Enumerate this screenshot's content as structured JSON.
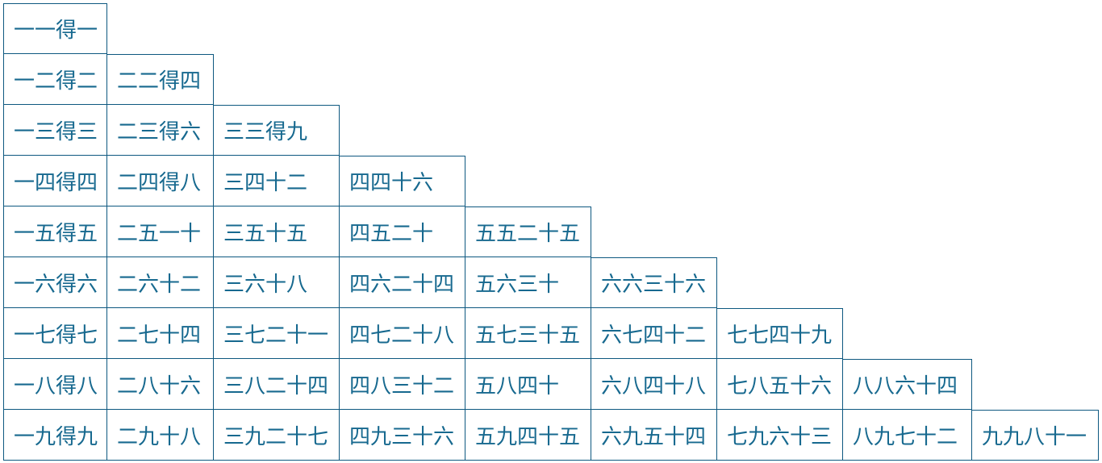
{
  "page": {
    "background_color": "#FFFFFF"
  },
  "table": {
    "name": "chinese-multiplication-rhyme-table",
    "border_color": "#0E5880",
    "text_color": "#17698F",
    "rows": [
      [
        "一一得一"
      ],
      [
        "一二得二",
        "二二得四"
      ],
      [
        "一三得三",
        "二三得六",
        "三三得九"
      ],
      [
        "一四得四",
        "二四得八",
        "三四十二",
        "四四十六"
      ],
      [
        "一五得五",
        "二五一十",
        "三五十五",
        "四五二十",
        "五五二十五"
      ],
      [
        "一六得六",
        "二六十二",
        "三六十八",
        "四六二十四",
        "五六三十",
        "六六三十六"
      ],
      [
        "一七得七",
        "二七十四",
        "三七二十一",
        "四七二十八",
        "五七三十五",
        "六七四十二",
        "七七四十九"
      ],
      [
        "一八得八",
        "二八十六",
        "三八二十四",
        "四八三十二",
        "五八四十",
        "六八四十八",
        "七八五十六",
        "八八六十四"
      ],
      [
        "一九得九",
        "二九十八",
        "三九二十七",
        "四九三十六",
        "五九四十五",
        "六九五十四",
        "七九六十三",
        "八九七十二",
        "九九八十一"
      ]
    ]
  }
}
